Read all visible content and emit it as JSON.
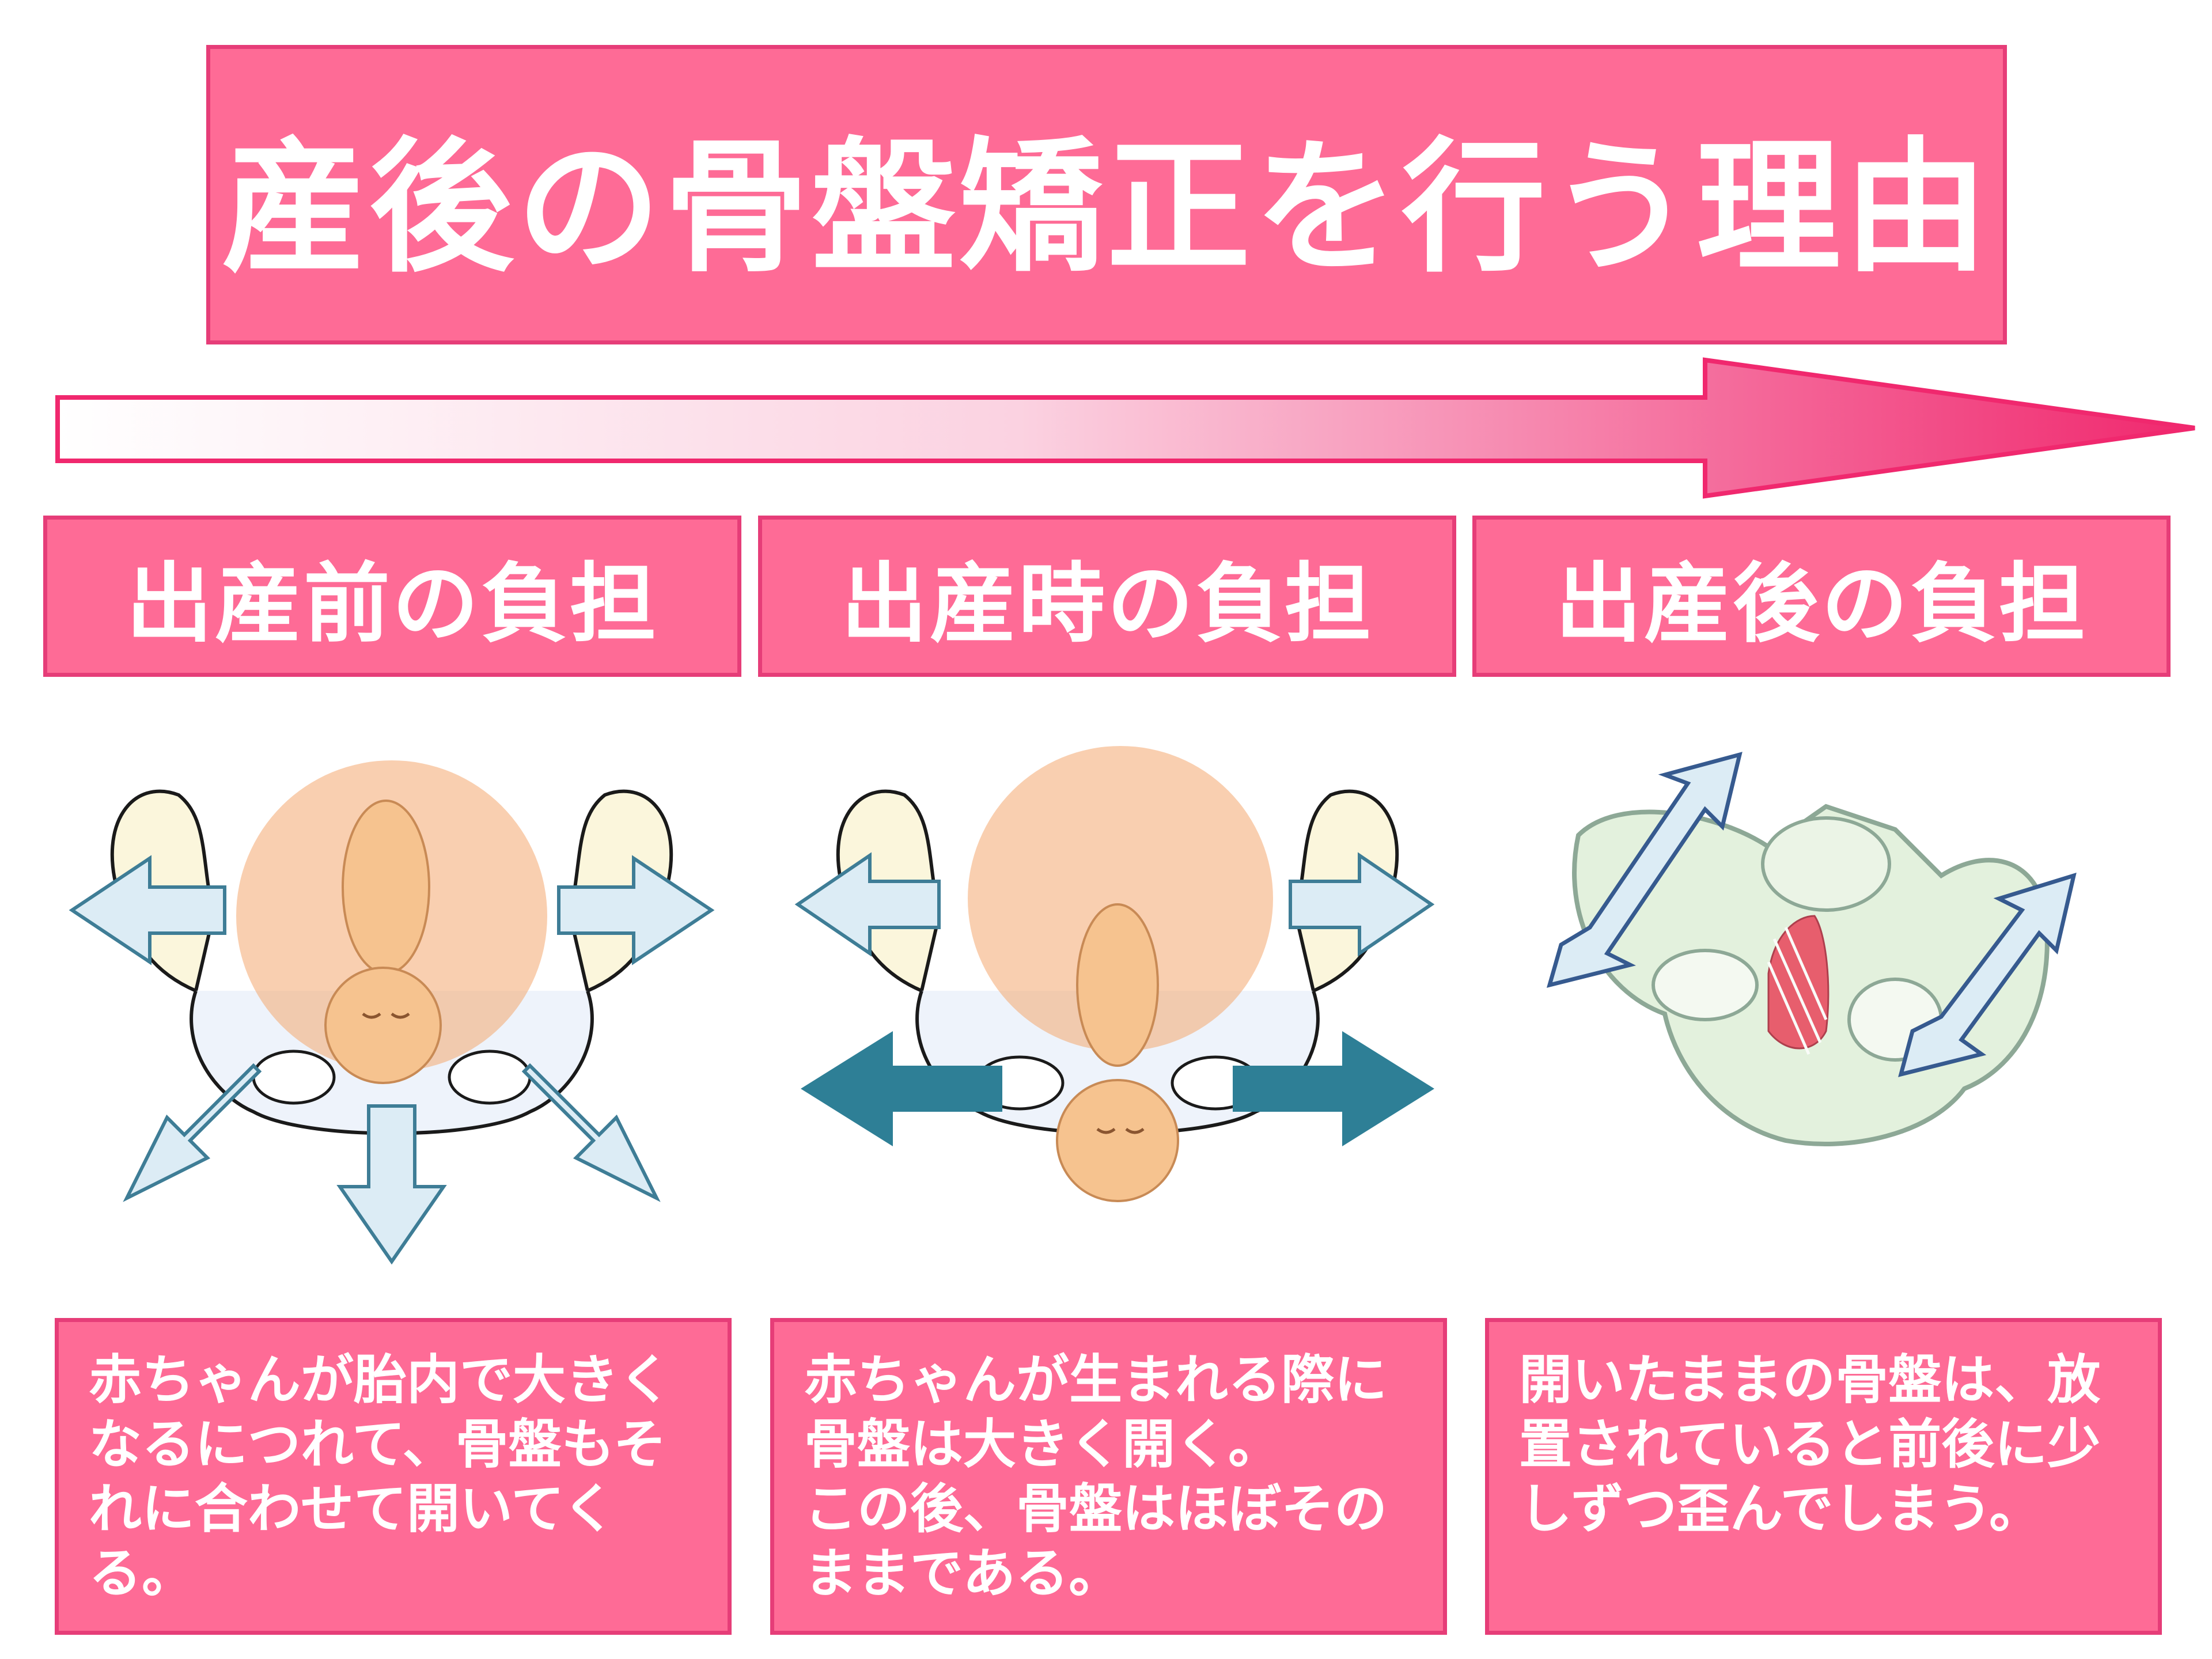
{
  "title": "産後の骨盤矯正を行う理由",
  "stages": [
    {
      "label": "出産前の負担",
      "description": "赤ちゃんが胎内で大きくなるにつれて、骨盤もそれに合わせて開いてくる。"
    },
    {
      "label": "出産時の負担",
      "description": "赤ちゃんが生まれる際に骨盤は大きく開く。\nこの後、骨盤はほぼそのままである。"
    },
    {
      "label": "出産後の負担",
      "description": "開いたままの骨盤は、放置されていると前後に少しずつ歪んでしまう。"
    }
  ],
  "colors": {
    "box_fill": "#fe6b96",
    "box_border": "#e63d78",
    "timeline_arrow": "#f0286e",
    "light_arrow": "#dcecf5",
    "dark_arrow": "#2e7f96",
    "baby_skin": "#f6c38f",
    "womb_glow": "#f4a870",
    "pelvis_fill": "#fbf6dc",
    "pelvis_tilted": "#dfefd8",
    "pelvic_muscle": "#e8455a"
  },
  "icons": [
    "timeline-arrow-icon",
    "pelvis-expanding-icon",
    "pelvis-birth-icon",
    "pelvis-distorted-icon"
  ]
}
